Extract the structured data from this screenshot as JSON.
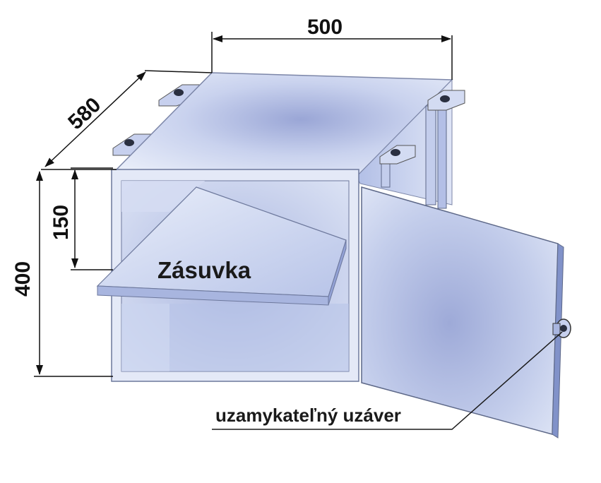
{
  "dimensions": {
    "width": "500",
    "depth": "580",
    "height": "400",
    "drawer_height": "150"
  },
  "labels": {
    "drawer": "Zásuvka",
    "lock": "uzamykateľný uzáver"
  },
  "colors": {
    "metal_light": "#dfe6f6",
    "metal_mid": "#b9c6e8",
    "metal_dark": "#8e9ed2",
    "line": "#1a1a1a"
  }
}
